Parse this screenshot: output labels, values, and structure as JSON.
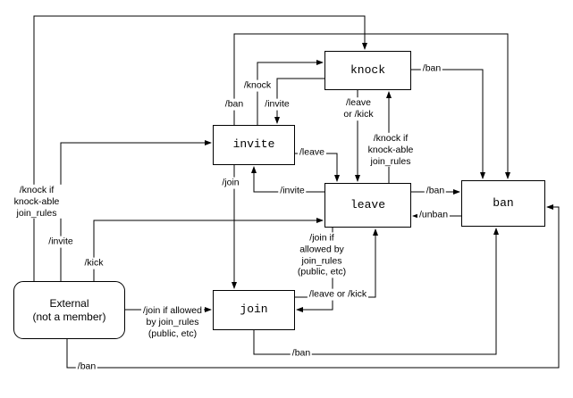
{
  "diagram": {
    "type": "state-transition-diagram",
    "description_nodes": [
      "External (not a member)",
      "invite",
      "knock",
      "leave",
      "join",
      "ban"
    ]
  },
  "colors": {
    "line": "#000000",
    "box_fill": "#ffffff",
    "background": "#ffffff",
    "text": "#000000"
  },
  "nodes": {
    "knock": {
      "label": "knock"
    },
    "invite": {
      "label": "invite"
    },
    "leave": {
      "label": "leave"
    },
    "ban": {
      "label": "ban"
    },
    "join": {
      "label": "join"
    },
    "external": {
      "label": "External\n(not a member)"
    }
  },
  "edges": [
    {
      "from": "external",
      "to": "knock",
      "label": "/knock if\nknock-able\njoin_rules"
    },
    {
      "from": "external",
      "to": "invite",
      "label": "/invite"
    },
    {
      "from": "external",
      "to": "leave",
      "label": "/kick"
    },
    {
      "from": "external",
      "to": "join",
      "label": "/join if allowed\nby join_rules\n(public, etc)"
    },
    {
      "from": "external",
      "to": "ban",
      "label": "/ban"
    },
    {
      "from": "invite",
      "to": "knock",
      "label": "/knock"
    },
    {
      "from": "knock",
      "to": "invite",
      "label": "/invite"
    },
    {
      "from": "invite",
      "to": "ban",
      "label": "/ban"
    },
    {
      "from": "knock",
      "to": "ban",
      "label": "/ban"
    },
    {
      "from": "knock",
      "to": "leave",
      "label": "/leave\nor /kick"
    },
    {
      "from": "leave",
      "to": "knock",
      "label": "/knock if\nknock-able\njoin_rules"
    },
    {
      "from": "invite",
      "to": "leave",
      "label": "/leave"
    },
    {
      "from": "leave",
      "to": "invite",
      "label": "/invite"
    },
    {
      "from": "invite",
      "to": "join",
      "label": "/join"
    },
    {
      "from": "leave",
      "to": "ban",
      "label": "/ban"
    },
    {
      "from": "ban",
      "to": "leave",
      "label": "/unban"
    },
    {
      "from": "leave",
      "to": "join",
      "label": "/join if\nallowed by\njoin_rules\n(public, etc)"
    },
    {
      "from": "join",
      "to": "leave",
      "label": "/leave or /kick"
    },
    {
      "from": "join",
      "to": "ban",
      "label": "/ban"
    }
  ]
}
